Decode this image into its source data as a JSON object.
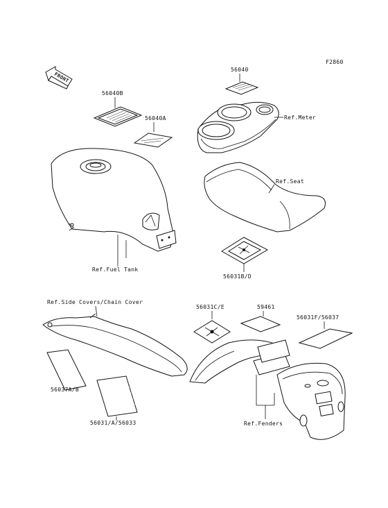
{
  "code": "F2860",
  "front_arrow_text": "FRONT",
  "labels": {
    "p56040": "56040",
    "p56040B": "56040B",
    "p56040A": "56040A",
    "ref_meter": "Ref.Meter",
    "ref_seat": "Ref.Seat",
    "ref_fuel_tank": "Ref.Fuel Tank",
    "p56031BD": "56031B/D",
    "ref_side_covers": "Ref.Side Covers/Chain Cover",
    "p56031CE": "56031C/E",
    "p59461": "59461",
    "p56031F56037": "56031F/56037",
    "p56037AB": "56037A/B",
    "p56031A56033": "56031/A/56033",
    "ref_fenders": "Ref.Fenders"
  }
}
